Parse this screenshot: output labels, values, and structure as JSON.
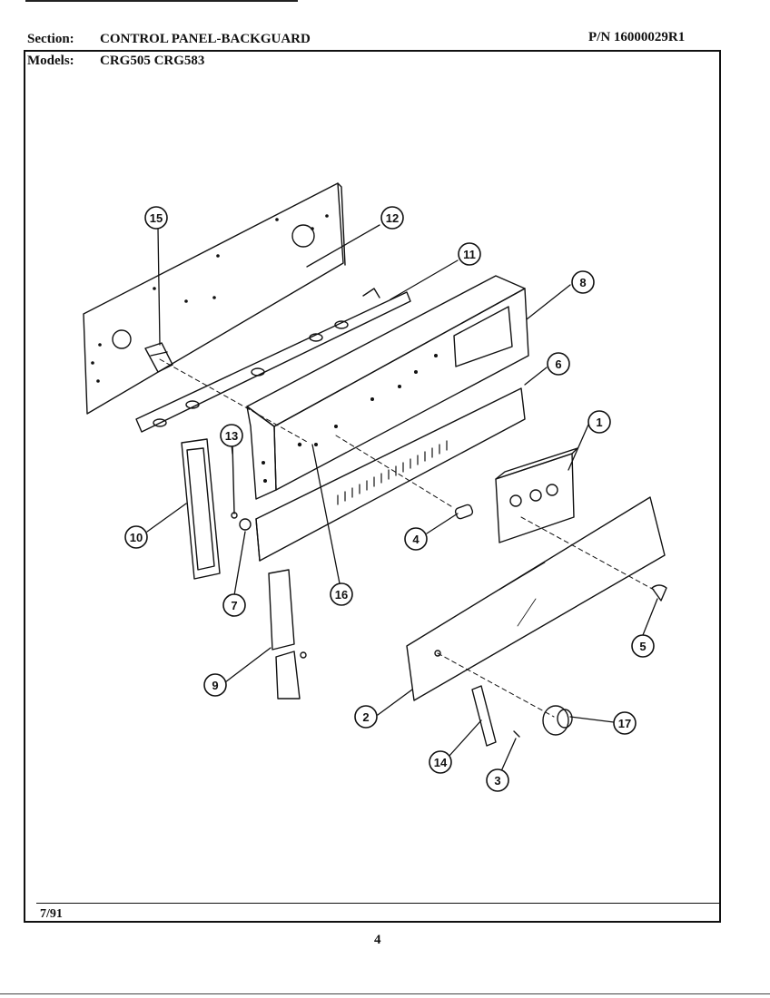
{
  "header": {
    "section_label": "Section:",
    "section_value": "CONTROL PANEL-BACKGUARD",
    "pn": "P/N 16000029R1",
    "models_label": "Models:",
    "models_value": "CRG505  CRG583"
  },
  "footer": {
    "date": "7/91",
    "page": "4"
  },
  "callouts": [
    "15",
    "12",
    "11",
    "8",
    "6",
    "1",
    "13",
    "10",
    "7",
    "16",
    "4",
    "5",
    "9",
    "2",
    "17",
    "14",
    "3"
  ]
}
